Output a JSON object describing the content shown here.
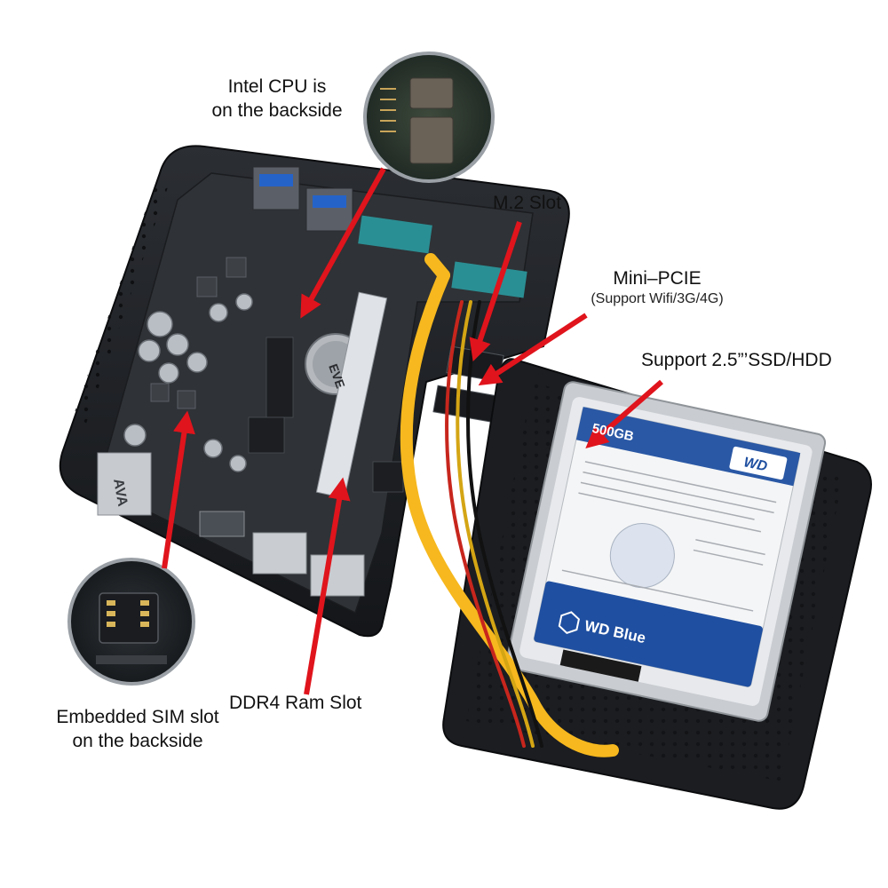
{
  "callouts": {
    "cpu": {
      "line1": "Intel CPU is",
      "line2": "on the backside"
    },
    "m2": {
      "label": "M.2 Slot"
    },
    "mpcie": {
      "label": "Mini–PCIE",
      "sub": "(Support Wifi/3G/4G)"
    },
    "storage": {
      "label": "Support 2.5”’SSD/HDD"
    },
    "sim": {
      "line1": "Embedded SIM slot",
      "line2": "on the backside"
    },
    "ram": {
      "label": "DDR4 Ram Slot"
    }
  },
  "board_text": {
    "chip_brand": "EVE",
    "ports": "AVA",
    "hdd_brand": "WD",
    "hdd_capacity": "500GB",
    "hdd_model": "WD Blue"
  },
  "colors": {
    "arrow": "#e0141c",
    "chassis": "#1e2024",
    "pcb": "#2f3236",
    "cable_yellow": "#f6b81e",
    "hdd_blue": "#1f4fa0",
    "hdd_bracket": "#c9ccd1",
    "teal_connector": "#2a8f94"
  }
}
